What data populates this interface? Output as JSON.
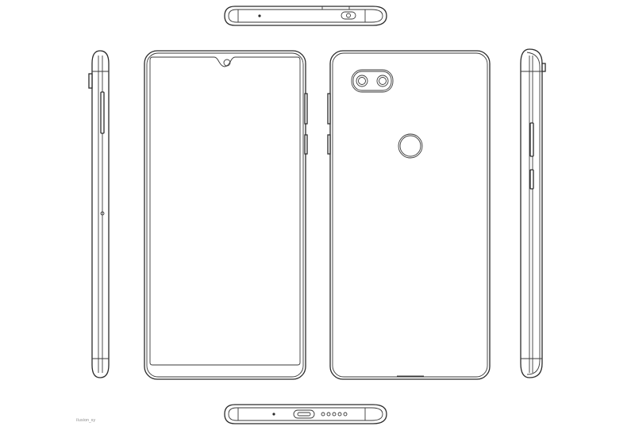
{
  "drawing": {
    "views": [
      {
        "name": "top-edge-view"
      },
      {
        "name": "left-side-view"
      },
      {
        "name": "front-view"
      },
      {
        "name": "back-view"
      },
      {
        "name": "right-side-view"
      },
      {
        "name": "bottom-edge-view"
      }
    ],
    "line_color": "#2b2b2b",
    "background": "#ffffff",
    "watermark_text": "ilusion_sy"
  }
}
